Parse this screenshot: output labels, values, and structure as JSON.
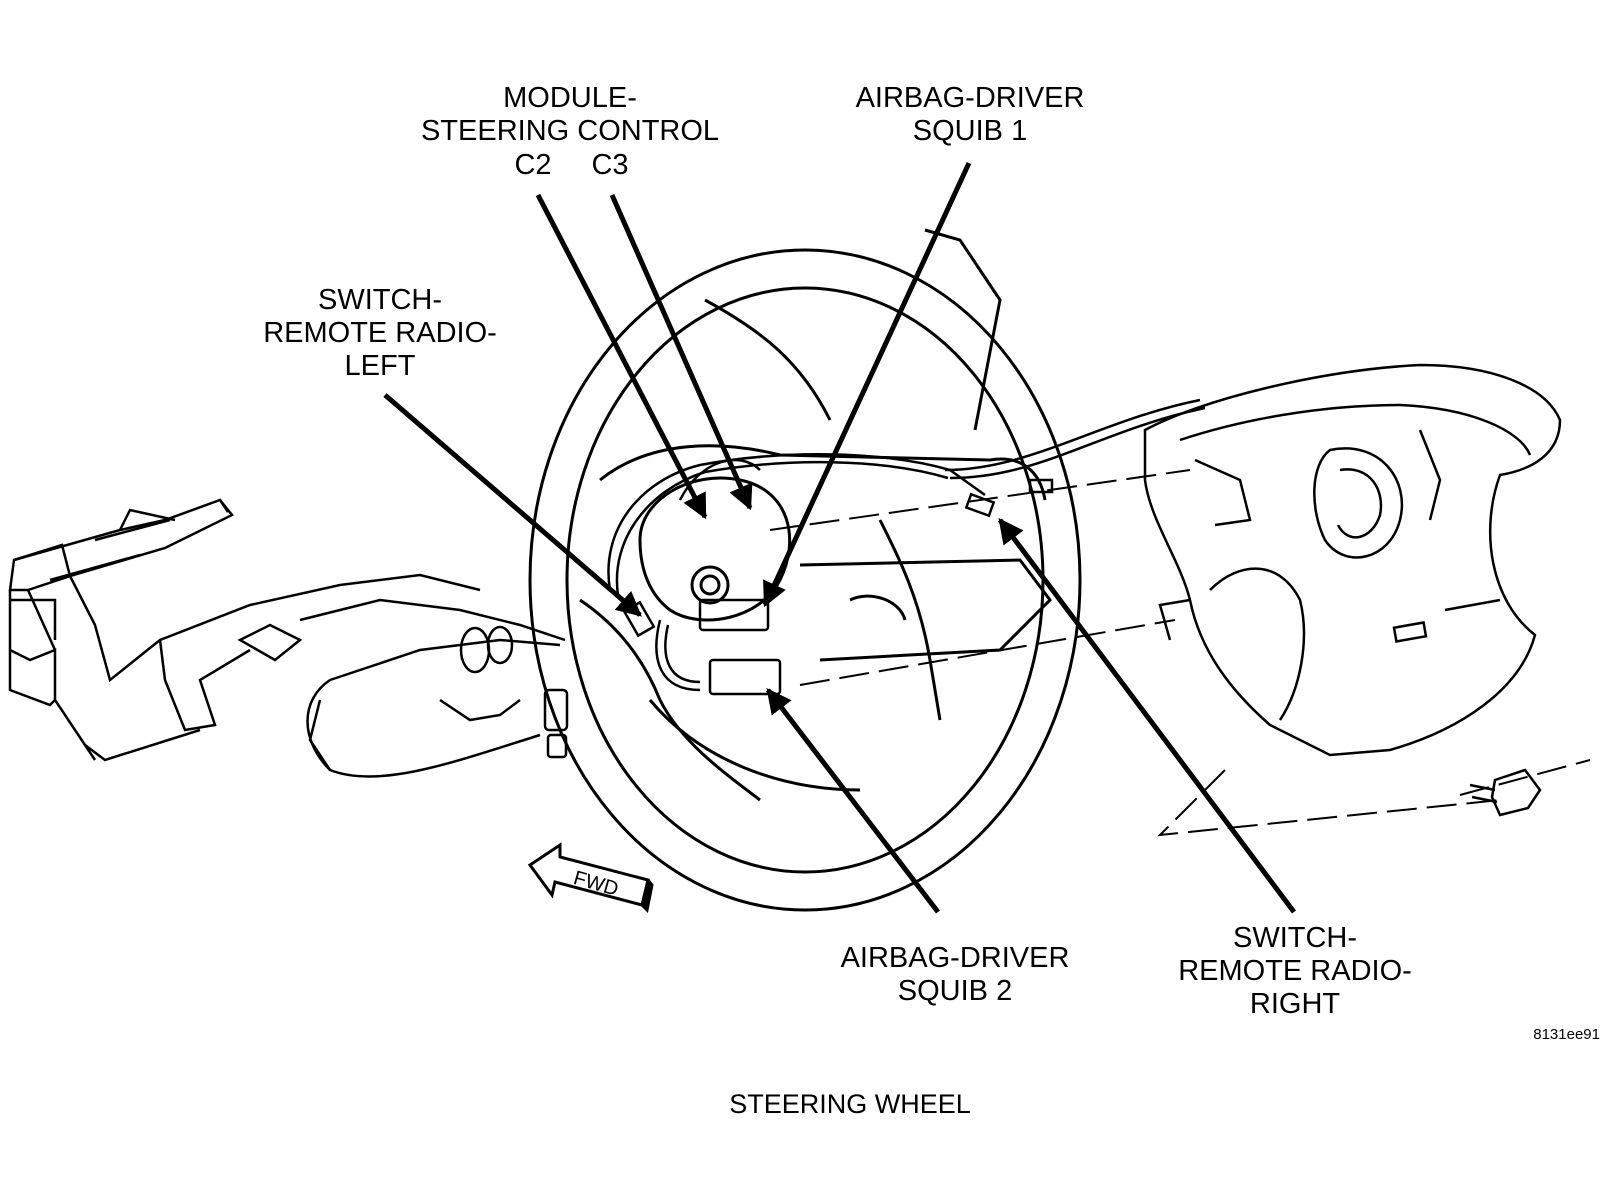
{
  "labels": {
    "module": {
      "line1": "MODULE-",
      "line2": "STEERING CONTROL",
      "c2": "C2",
      "c3": "C3"
    },
    "squib1": {
      "line1": "AIRBAG-DRIVER",
      "line2": "SQUIB 1"
    },
    "switch_left": {
      "line1": "SWITCH-",
      "line2": "REMOTE RADIO-",
      "line3": "LEFT"
    },
    "squib2": {
      "line1": "AIRBAG-DRIVER",
      "line2": "SQUIB 2"
    },
    "switch_right": {
      "line1": "SWITCH-",
      "line2": "REMOTE RADIO-",
      "line3": "RIGHT"
    }
  },
  "fwd_label": "FWD",
  "figure_id": "8131ee91",
  "caption": "STEERING WHEEL",
  "colors": {
    "ink": "#000000",
    "background": "#ffffff"
  }
}
